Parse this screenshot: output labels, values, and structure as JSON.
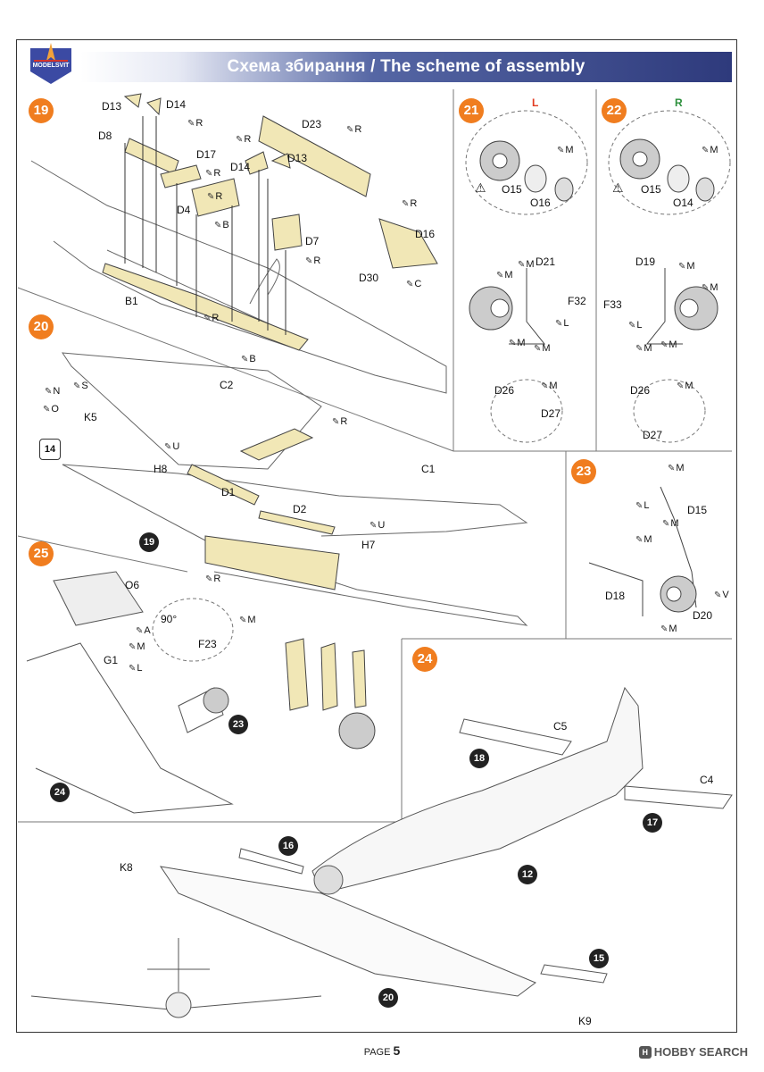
{
  "header": {
    "title": "Схема збирання / The scheme of assembly",
    "logo_text": "MODELSVIT"
  },
  "steps": [
    {
      "id": "s19",
      "num": "19"
    },
    {
      "id": "s20",
      "num": "20"
    },
    {
      "id": "s21",
      "num": "21",
      "side": "L",
      "side_color": "#e23a1f"
    },
    {
      "id": "s22",
      "num": "22",
      "side": "R",
      "side_color": "#2c8f3c"
    },
    {
      "id": "s23",
      "num": "23"
    },
    {
      "id": "s24",
      "num": "24"
    },
    {
      "id": "s25",
      "num": "25"
    }
  ],
  "parts": {
    "D13a": "D13",
    "D14a": "D14",
    "D8": "D8",
    "D17": "D17",
    "D14b": "D14",
    "D4": "D4",
    "D23": "D23",
    "D13b": "D13",
    "D7": "D7",
    "D16": "D16",
    "D30": "D30",
    "B1": "B1",
    "C2": "C2",
    "K5": "K5",
    "H8": "H8",
    "D1": "D1",
    "D2": "D2",
    "C1": "C1",
    "H7": "H7",
    "O15a": "O15",
    "O16": "O16",
    "D21": "D21",
    "F32": "F32",
    "D26a": "D26",
    "D27a": "D27",
    "O15b": "O15",
    "O14": "O14",
    "D19": "D19",
    "F33": "F33",
    "D26b": "D26",
    "D27b": "D27",
    "D15": "D15",
    "D18": "D18",
    "D20": "D20",
    "O6": "O6",
    "G1": "G1",
    "F23": "F23",
    "angle": "90°",
    "C5": "C5",
    "C4": "C4",
    "K8": "K8",
    "K9": "K9"
  },
  "paints": {
    "R": "R",
    "B": "B",
    "C": "C",
    "N": "N",
    "S": "S",
    "O": "O",
    "U": "U",
    "M": "M",
    "L": "L",
    "A": "A",
    "V": "V"
  },
  "refs": {
    "r14": "14",
    "r19": "19",
    "r23": "23",
    "r24": "24",
    "r18": "18",
    "r17": "17",
    "r16": "16",
    "r12": "12",
    "r15": "15",
    "r20": "20"
  },
  "footer": {
    "page_label": "PAGE",
    "page_number": "5",
    "watermark": "HOBBY SEARCH",
    "watermark_badge": "H"
  },
  "colors": {
    "accent": "#f07d1f",
    "parts_yellow": "#f1e7b6",
    "banner": "#2e3a7c"
  }
}
